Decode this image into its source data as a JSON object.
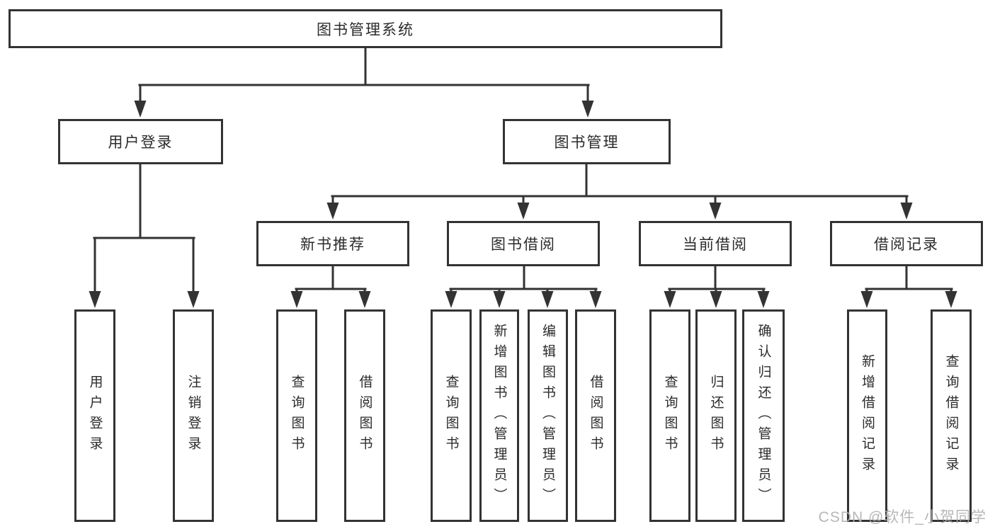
{
  "colors": {
    "line": "#333333",
    "box_border": "#333333",
    "box_background": "#ffffff",
    "text": "#2b2b2b",
    "watermark_text_color": "#b0b0b0"
  },
  "watermark": {
    "text": "CSDN @软件_小贺同学"
  },
  "tree": {
    "label": "图书管理系统",
    "children": [
      {
        "label": "用户登录",
        "children": [
          {
            "label": "用户登录"
          },
          {
            "label": "注销登录"
          }
        ]
      },
      {
        "label": "图书管理",
        "children": [
          {
            "label": "新书推荐",
            "children": [
              {
                "label": "查询图书"
              },
              {
                "label": "借阅图书"
              }
            ]
          },
          {
            "label": "图书借阅",
            "children": [
              {
                "label": "查询图书"
              },
              {
                "label": "新增图书（管理员）"
              },
              {
                "label": "编辑图书（管理员）"
              },
              {
                "label": "借阅图书"
              }
            ]
          },
          {
            "label": "当前借阅",
            "children": [
              {
                "label": "查询图书"
              },
              {
                "label": "归还图书"
              },
              {
                "label": "确认归还（管理员）"
              }
            ]
          },
          {
            "label": "借阅记录",
            "children": [
              {
                "label": "新增借阅记录"
              },
              {
                "label": "查询借阅记录"
              }
            ]
          }
        ]
      }
    ]
  }
}
